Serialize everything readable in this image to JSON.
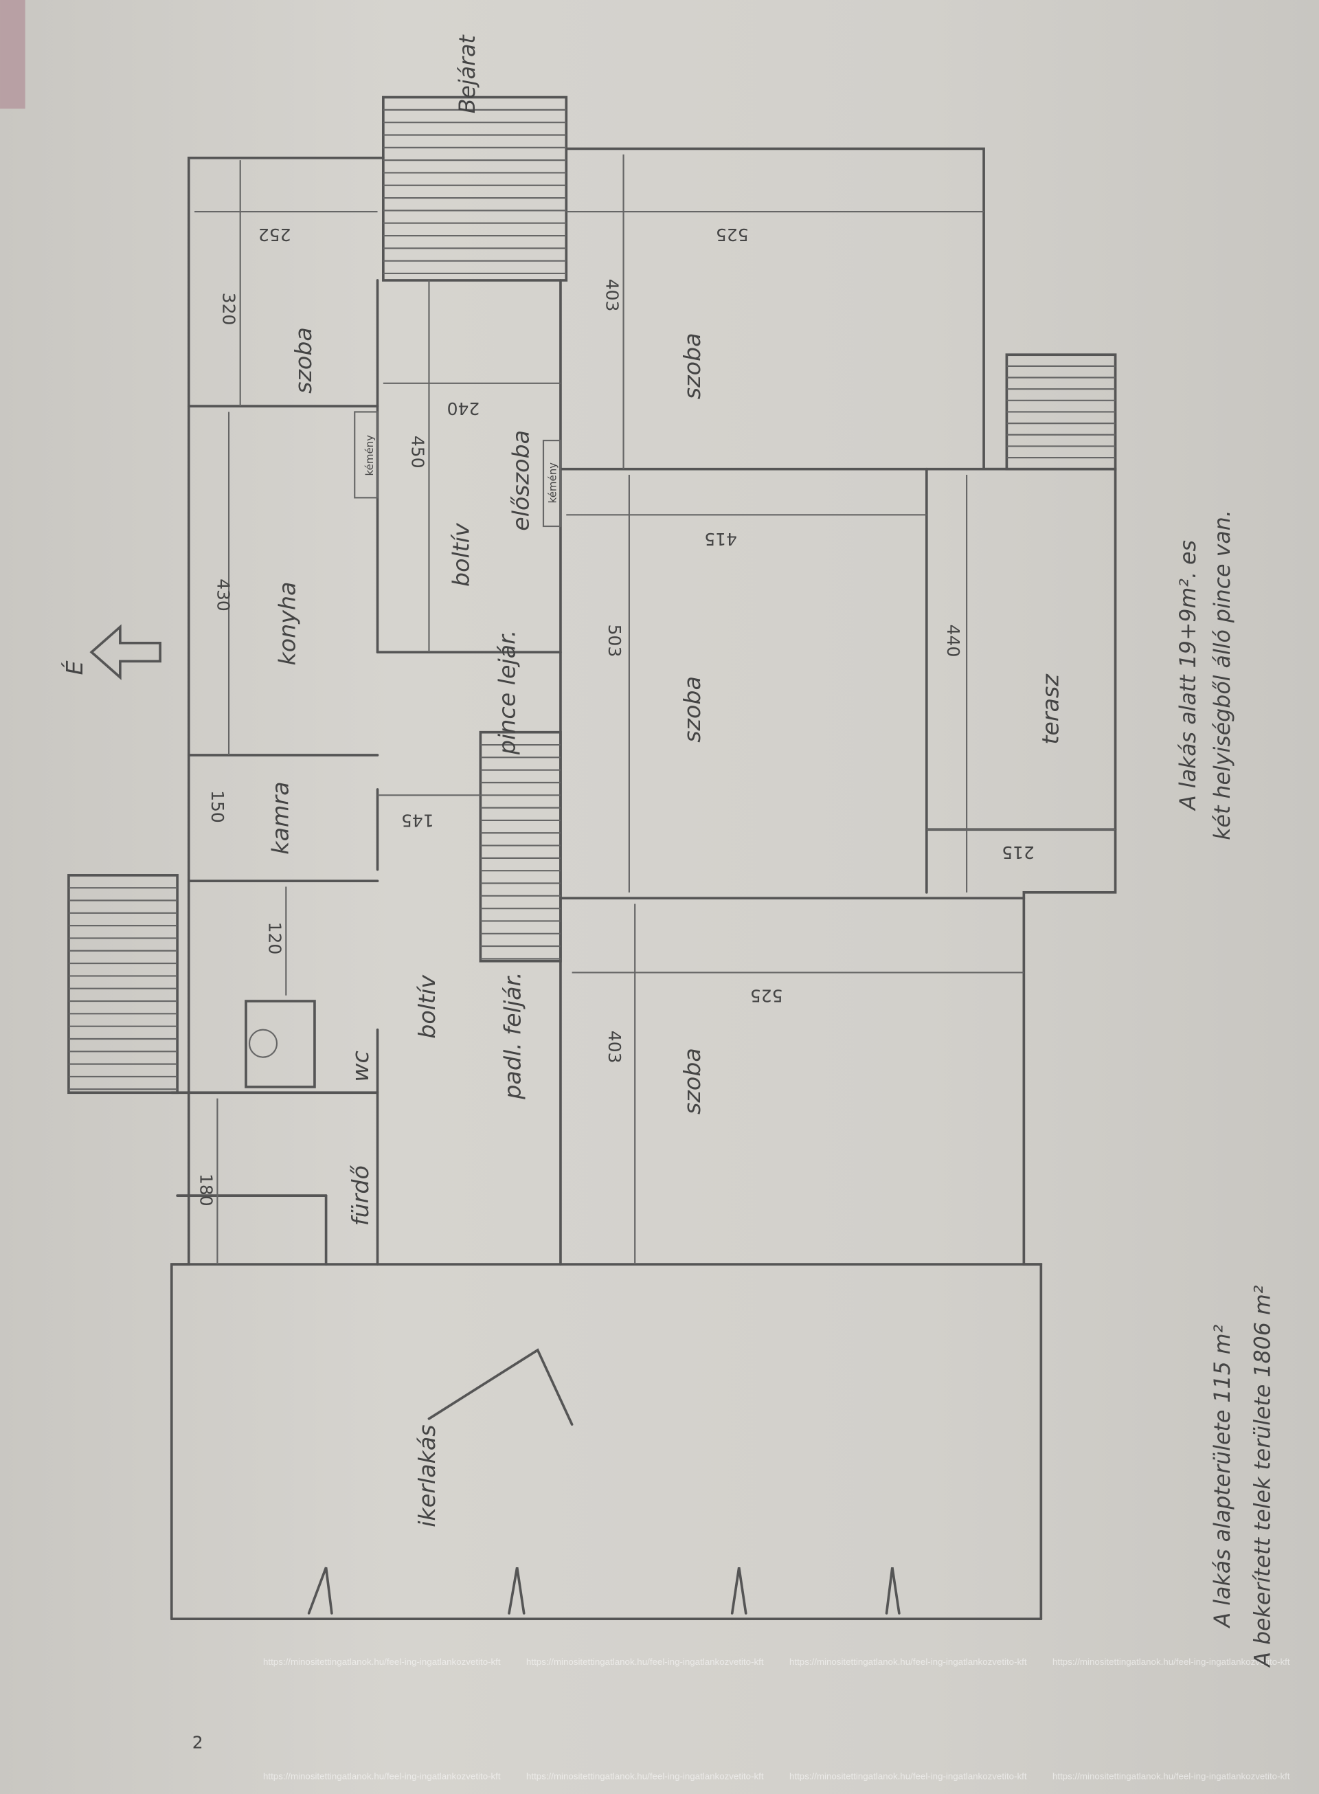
{
  "title_entrance": "Bejárat",
  "north_mark": "É",
  "rooms": {
    "room_small": "szoba",
    "kitchen": "konyha",
    "pantry": "kamra",
    "hall": "előszoba",
    "cellar_stairs": "pince lejár.",
    "attic_stairs": "padl. feljár.",
    "arch_1": "boltív",
    "arch_2": "boltív",
    "wc": "wc",
    "bathroom": "fürdő",
    "chimney_1": "kémény",
    "chimney_2": "kémény",
    "room_top": "szoba",
    "room_middle": "szoba",
    "room_bottom": "szoba",
    "terrace": "terasz",
    "twin_flat": "ikerlakás"
  },
  "dimensions": {
    "d252": "252",
    "d320": "320",
    "d430": "430",
    "d150": "150",
    "d120": "120",
    "d180": "180",
    "d450": "450",
    "d240": "240",
    "d145": "145",
    "d403_top": "403",
    "d525_top": "525",
    "d415": "415",
    "d503": "503",
    "d440": "440",
    "d215": "215",
    "d525_bottom": "525",
    "d403_bottom": "403"
  },
  "notes": {
    "cellar_line1": "A lakás alatt 19+9m². es",
    "cellar_line2": "két helyiségből álló pince van.",
    "area_line1": "A lakás alapterülete 115 m²",
    "area_line2": "A bekerített telek területe 1806 m²"
  },
  "watermark": "https://minositettingatlanok.hu/feel-ing-ingatlankozvetito-kft",
  "page_number": "2"
}
